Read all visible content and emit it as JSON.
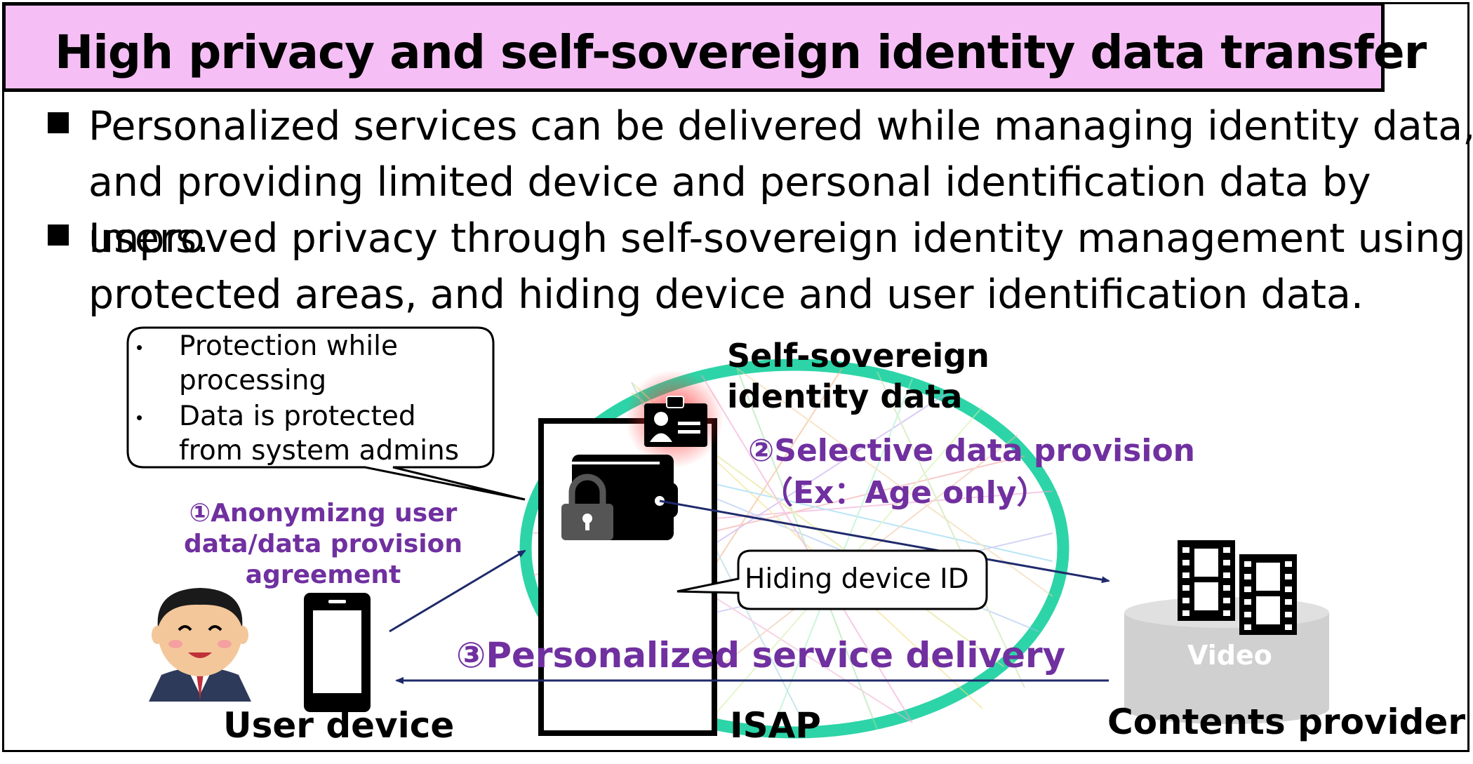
{
  "title": "High privacy and self-sovereign identity data transfer",
  "bullets": [
    {
      "line1": "Personalized services can be delivered while managing identity data,",
      "line2": "and providing limited device and personal identification data by users."
    },
    {
      "line1": "Improved privacy through self-sovereign identity management using",
      "line2": "protected areas, and hiding device and user identification data."
    }
  ],
  "callout": {
    "item1_line1": "Protection while",
    "item1_line2": "processing",
    "item2_line1": "Data is protected",
    "item2_line2": "from system admins"
  },
  "labels": {
    "ssi_line1": "Self-sovereign",
    "ssi_line2": "identity data",
    "step1_line1": "①Anonymizng user",
    "step1_line2": "data/data provision",
    "step1_line3": "agreement",
    "step2_line1": "②Selective data provision",
    "step2_line2": "（Ex：Age only）",
    "step3": "③Personalized service delivery",
    "hiding": "Hiding device ID",
    "video": "Video",
    "user_device": "User device",
    "isap": "ISAP",
    "contents_provider": "Contents provider"
  },
  "colors": {
    "title_bg": "#f5bff5",
    "accent_purple": "#7030a0",
    "ellipse": "#2dd4a7",
    "arrow_navy": "#1f2a6b",
    "database": "#d0d0d0",
    "glow_red": "#ff3030"
  }
}
